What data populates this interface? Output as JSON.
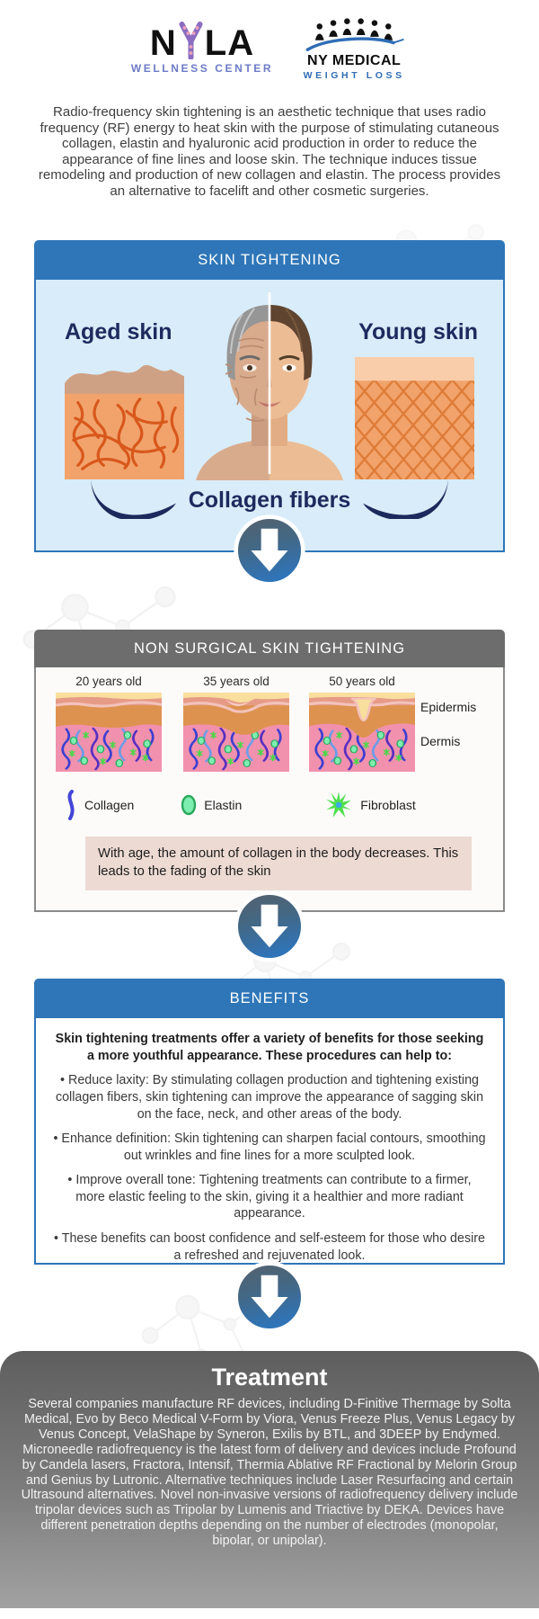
{
  "header": {
    "nyla": {
      "part1": "N",
      "part2": "LA",
      "subtitle": "WELLNESS CENTER"
    },
    "ny_medical": {
      "line1": "NY MEDICAL",
      "line2": "WEIGHT LOSS"
    }
  },
  "intro": "Radio-frequency skin tightening is an aesthetic technique that uses radio frequency (RF) energy to heat skin with the purpose of stimulating cutaneous collagen, elastin and hyaluronic acid production in order to reduce the appearance of fine lines and loose skin. The technique induces tissue remodeling and production of new collagen and elastin. The process provides an alternative to facelift and other cosmetic surgeries.",
  "skin_tightening": {
    "title": "SKIN TIGHTENING",
    "aged_label": "Aged skin",
    "young_label": "Young skin",
    "caption": "Collagen fibers"
  },
  "non_surgical": {
    "title": "NON SURGICAL SKIN TIGHTENING",
    "ages": [
      "20 years old",
      "35 years old",
      "50 years old"
    ],
    "layer_labels": {
      "epidermis": "Epidermis",
      "dermis": "Dermis"
    },
    "legend": {
      "collagen": "Collagen",
      "elastin": "Elastin",
      "fibroblast": "Fibroblast"
    },
    "caption": "With age, the amount of collagen in the body decreases. This leads to the fading of the skin"
  },
  "benefits": {
    "title": "BENEFITS",
    "intro": "Skin tightening treatments offer a variety of benefits for those seeking a more youthful appearance. These procedures can help to:",
    "bullets": [
      "• Reduce laxity: By stimulating collagen production and tightening existing collagen fibers, skin tightening can improve the appearance of sagging skin on the face, neck, and other areas of the body.",
      "• Enhance definition: Skin tightening can sharpen facial contours, smoothing out wrinkles and fine lines for a more sculpted look.",
      "• Improve overall tone: Tightening treatments can contribute to a firmer, more elastic feeling to the skin, giving it a healthier and more radiant appearance.",
      "• These benefits can boost confidence and self-esteem for those who desire a refreshed and rejuvenated look."
    ]
  },
  "treatment": {
    "title": "Treatment",
    "body": "Several companies manufacture RF devices, including D-Finitive Thermage by Solta Medical, Evo by Beco Medical V-Form by Viora, Venus Freeze Plus, Venus Legacy by Venus Concept, VelaShape by Syneron, Exilis by BTL, and 3DEEP by Endymed. Microneedle radiofrequency is the latest form of delivery and devices include Profound by Candela lasers, Fractora, Intensif, Thermia Ablative RF Fractional by Melorin Group and Genius by Lutronic. Alternative techniques include Laser Resurfacing and certain Ultrasound alternatives. Novel non-invasive versions of radiofrequency delivery include tripolar devices such as Tripolar by Lumenis and Triactive by DEKA. Devices have different penetration depths depending on the number of electrodes (monopolar, bipolar, or unipolar)."
  },
  "colors": {
    "blue_header": "#2e76b8",
    "gray_header": "#6d6d6d",
    "light_blue_body": "#d8ecf9",
    "navy_text": "#1c2b5e",
    "treatment_top": "#5e5e5e",
    "treatment_bottom": "#a2a2a2",
    "logo_blue": "#2f6db6",
    "logo_purple": "#6d7bc7"
  }
}
